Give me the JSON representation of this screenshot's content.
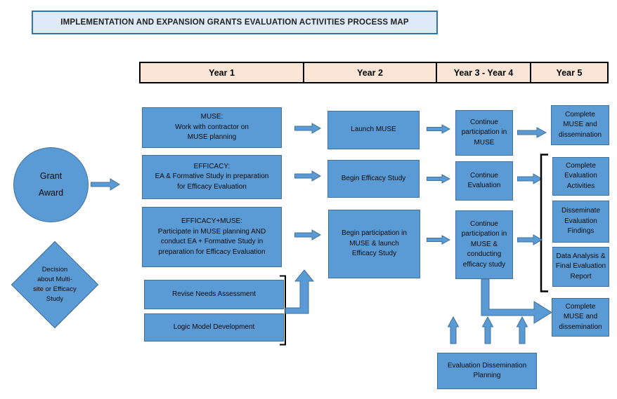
{
  "title": "IMPLEMENTATION AND EXPANSION GRANTS EVALUATION ACTIVITIES PROCESS MAP",
  "year_headers": [
    "Year 1",
    "Year 2",
    "Year 3 - Year 4",
    "Year 5"
  ],
  "start": {
    "grant_award": "Grant\nAward",
    "decision": "Decision\nabout Multi-\nsite or Efficacy\nStudy"
  },
  "tracks": {
    "muse": {
      "year1": "MUSE:\nWork with contractor on\nMUSE planning",
      "year2": "Launch MUSE",
      "year3_4": "Continue\nparticipation in\nMUSE",
      "year5": "Complete\nMUSE and\ndissemination"
    },
    "efficacy": {
      "year1": "EFFICACY:\nEA & Formative Study in preparation\nfor Efficacy Evaluation",
      "year2": "Begin Efficacy Study",
      "year3_4": "Continue\nEvaluation"
    },
    "efficacy_muse": {
      "year1": "EFFICACY+MUSE:\nParticipate in MUSE planning AND\nconduct EA + Formative Study in\npreparation for Efficacy Evaluation",
      "year2": "Begin participation in\nMUSE & launch\nEfficacy Study",
      "year3_4": "Continue\nparticipation in\nMUSE &\nconducting\nefficacy study",
      "year5": "Complete\nMUSE and\ndissemination"
    }
  },
  "year5_outputs": [
    "Complete\nEvaluation\nActivities",
    "Disseminate\nEvaluation\nFindings",
    "Data Analysis &\nFinal Evaluation\nReport"
  ],
  "planning_boxes": [
    "Revise Needs Assessment",
    "Logic Model Development"
  ],
  "dissemination_planning": "Evaluation Dissemination\nPlanning",
  "colors": {
    "node_fill": "#5B9BD5",
    "node_border": "#41719C",
    "header_fill": "#FBE5D6",
    "header_border": "#000000",
    "title_fill": "#DEEBF7",
    "title_border": "#2E75B6",
    "bracket": "#000000",
    "background": "#FFFFFF"
  }
}
